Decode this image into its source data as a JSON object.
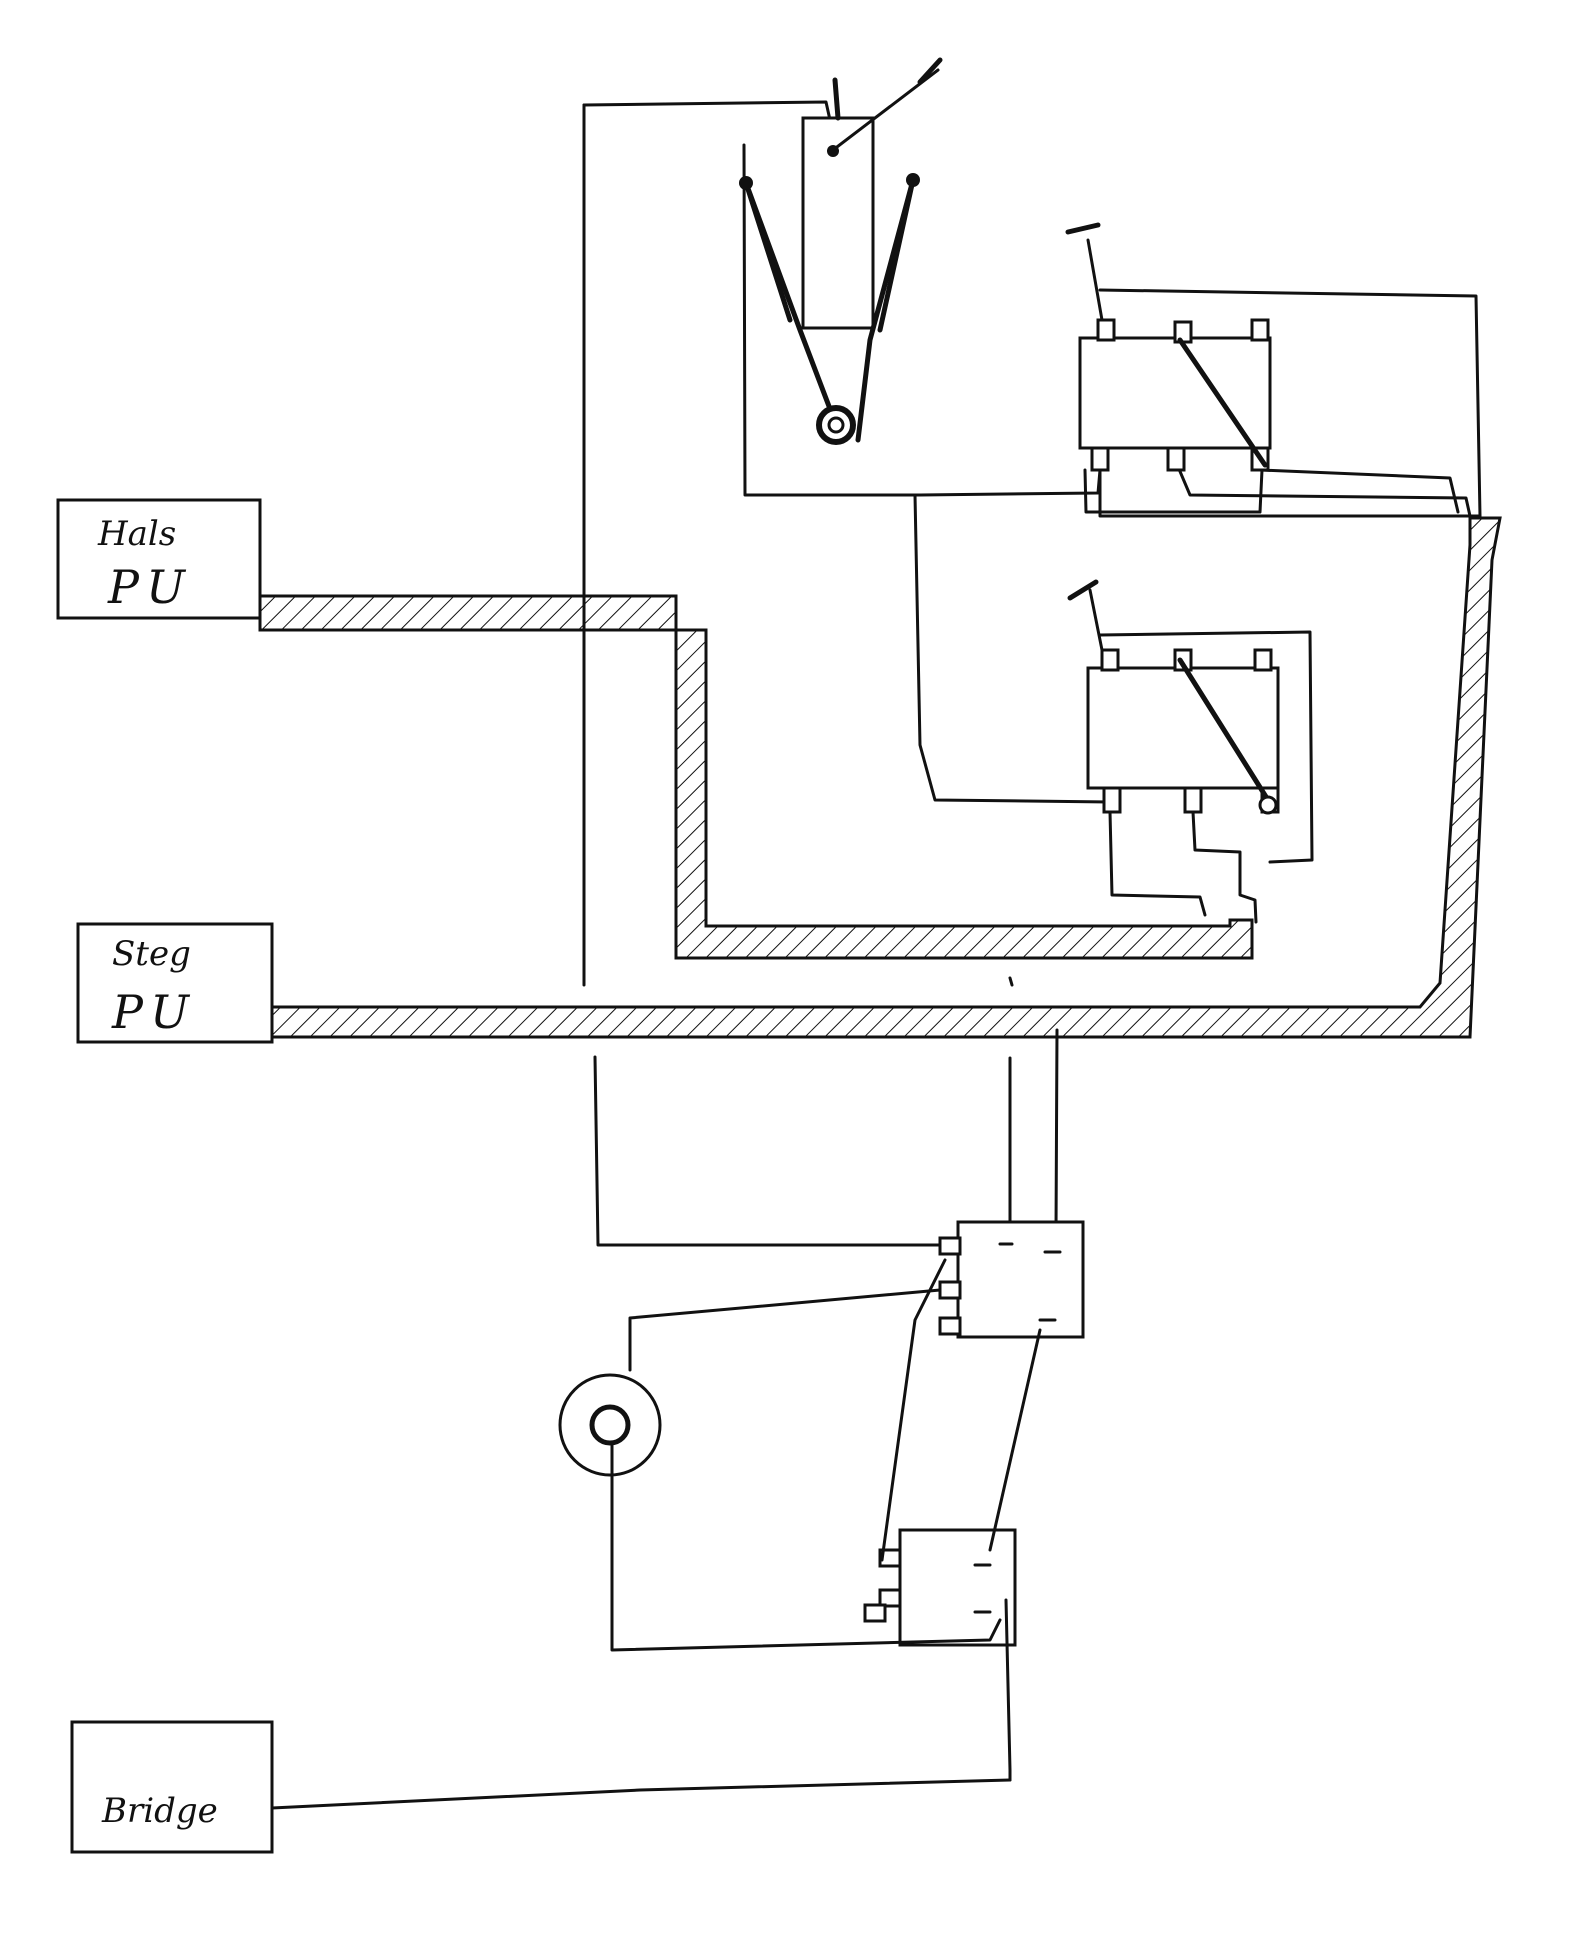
{
  "pickups": {
    "neck": {
      "line1": "Hals",
      "line2": "PU"
    },
    "bridge_pickup": {
      "line1": "Steg",
      "line2": "PU"
    },
    "bridge": {
      "label": "Bridge"
    }
  },
  "colors": {
    "ink": "#111111",
    "paper": "#ffffff"
  }
}
